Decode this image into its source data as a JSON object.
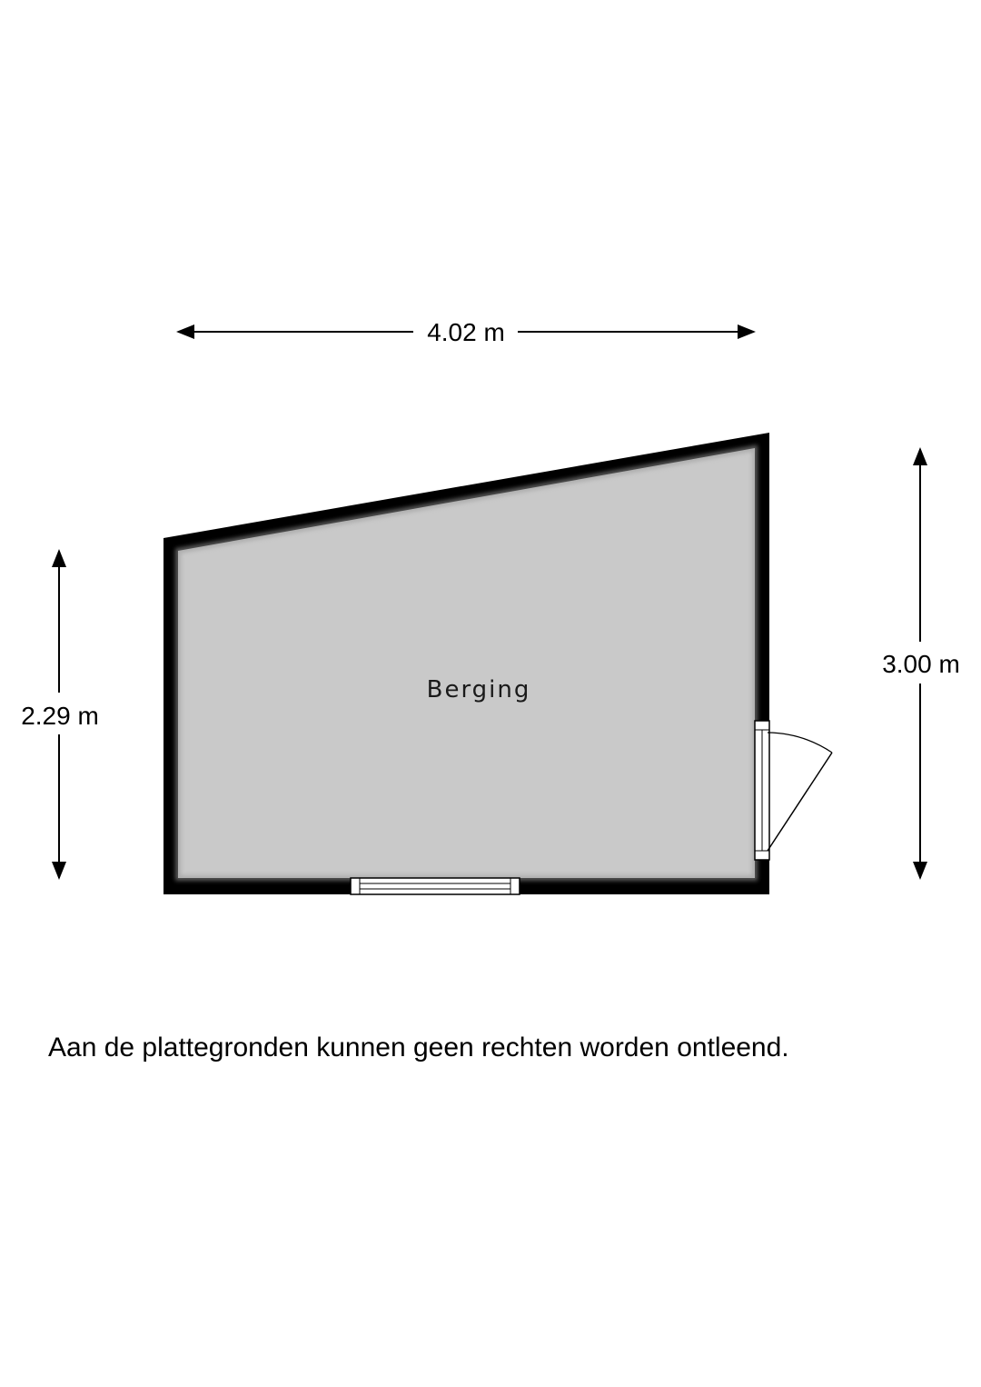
{
  "dimensions": {
    "width_top": "4.02 m",
    "height_left": "2.29 m",
    "height_right": "3.00 m"
  },
  "room": {
    "name": "Berging"
  },
  "disclaimer": "Aan de plattegronden kunnen geen rechten worden ontleend.",
  "colors": {
    "wall": "#000000",
    "floor": "#cccccc",
    "background": "#ffffff"
  }
}
